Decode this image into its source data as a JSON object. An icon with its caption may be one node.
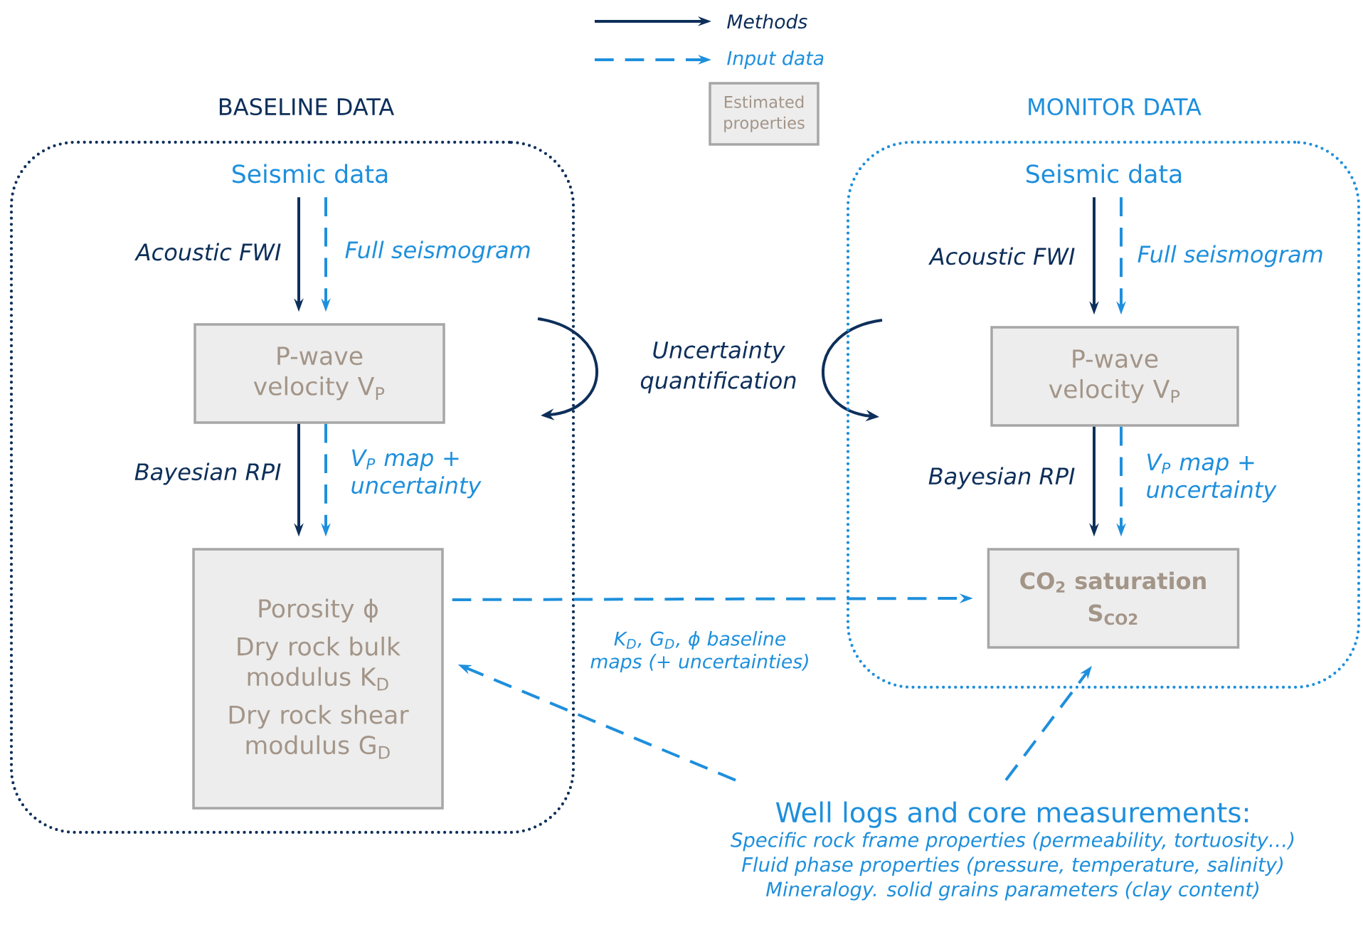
{
  "diagram": {
    "nodes": [
      {
        "text": [
          "BASELINE DATA"
        ]
      },
      {
        "text": [
          "Seismic data"
        ],
        "in": 0
      },
      {
        "text": [
          "P-wave velocity V$_{P}$"
        ],
        "in": 0
      },
      {
        "text": [
          "Porosity ϕ",
          "Dry rock bulk modulus K$_{D}$",
          "Dry rock shear modulus G$_{D}$"
        ],
        "in": 0
      },
      {
        "text": [
          "MONITOR DATA"
        ]
      },
      {
        "text": [
          "Seismic data"
        ],
        "in": 4
      },
      {
        "text": [
          "P-wave velocity V$_{P}$"
        ],
        "in": 4
      },
      {
        "text": [
          "CO$_{2}$ saturation",
          "S$_{CO2}$"
        ],
        "in": 4
      },
      {
        "text": [
          "Well logs and core measurements:",
          "Specific rock frame properties (permeability, tortuosity…)",
          "Fluid phase properties (pressure, temperature, salinity)",
          "Mineralogy. solid grains parameters (clay content)"
        ]
      }
    ],
    "edges": [
      {
        "from": 1,
        "to": 2,
        "arrow": "to",
        "label": "Acoustic FWI",
        "color": "#0e2f5a"
      },
      {
        "from": 1,
        "to": 2,
        "arrow": "to",
        "label": "Full seismogram",
        "style": "dashed"
      },
      {
        "from": 2,
        "to": 3,
        "arrow": "to",
        "label": "Bayesian RPI",
        "color": "#0e2f5a"
      },
      {
        "from": 2,
        "to": 3,
        "arrow": "to",
        "label": "V$_{P}$ map + uncertainty",
        "style": "dashed"
      },
      {
        "from": 5,
        "to": 6,
        "arrow": "to",
        "label": "Acoustic FWI",
        "color": "#0e2f5a"
      },
      {
        "from": 5,
        "to": 6,
        "arrow": "to",
        "label": "Full seismogram",
        "style": "dashed"
      },
      {
        "from": 6,
        "to": 7,
        "arrow": "to",
        "label": "Bayesian RPI",
        "color": "#0e2f5a"
      },
      {
        "from": 6,
        "to": 7,
        "arrow": "to",
        "label": "V$_{P}$ map + uncertainty",
        "style": "dashed"
      },
      {
        "from": 3,
        "to": 7,
        "arrow": "to",
        "label": "K$_{D}$, G$_{D}$, ϕ baseline maps (+ uncertainties)",
        "style": "dashed"
      },
      {
        "from": 8,
        "to": 3,
        "arrow": "to",
        "style": "dashed"
      },
      {
        "from": 8,
        "to": 7,
        "arrow": "to",
        "style": "dashed"
      }
    ],
    "labels": [
      "Uncertainty quantification"
    ],
    "legend": [
      {
        "text": "Methods"
      },
      {
        "text": "Input data"
      },
      {
        "text": "Estimated properties",
        "color": "#ededed"
      }
    ]
  }
}
